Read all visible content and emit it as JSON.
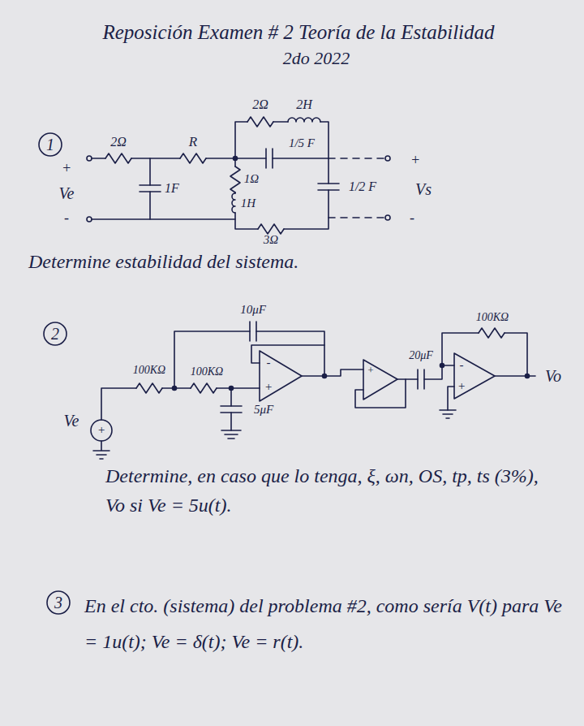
{
  "diagram": {
    "title": "Reposición Examen # 2 Teoría de la Estabilidad",
    "labels": [
      "2do 2022",
      "1",
      "+",
      "Ve",
      "-",
      "2Ω",
      "1F",
      "R",
      "2Ω",
      "2H",
      "1/5 F",
      "1Ω",
      "1H",
      "1/2 F",
      "3Ω",
      "+",
      "Vs",
      "-",
      "Determine estabilidad del sistema.",
      "2",
      "10μF",
      "100KΩ",
      "100KΩ",
      "5μF",
      "Ve",
      "+",
      "-",
      "+",
      "+",
      "20μF",
      "100KΩ",
      "-",
      "+",
      "Vo",
      "Determine, en caso que lo tenga, ξ, ωn, OS, tp, ts (3%), Vo si Ve = 5u(t).",
      "3",
      "En el cto. (sistema) del problema #2, como sería V(t) para Ve = 1u(t); Ve = δ(t); Ve = r(t)."
    ]
  }
}
